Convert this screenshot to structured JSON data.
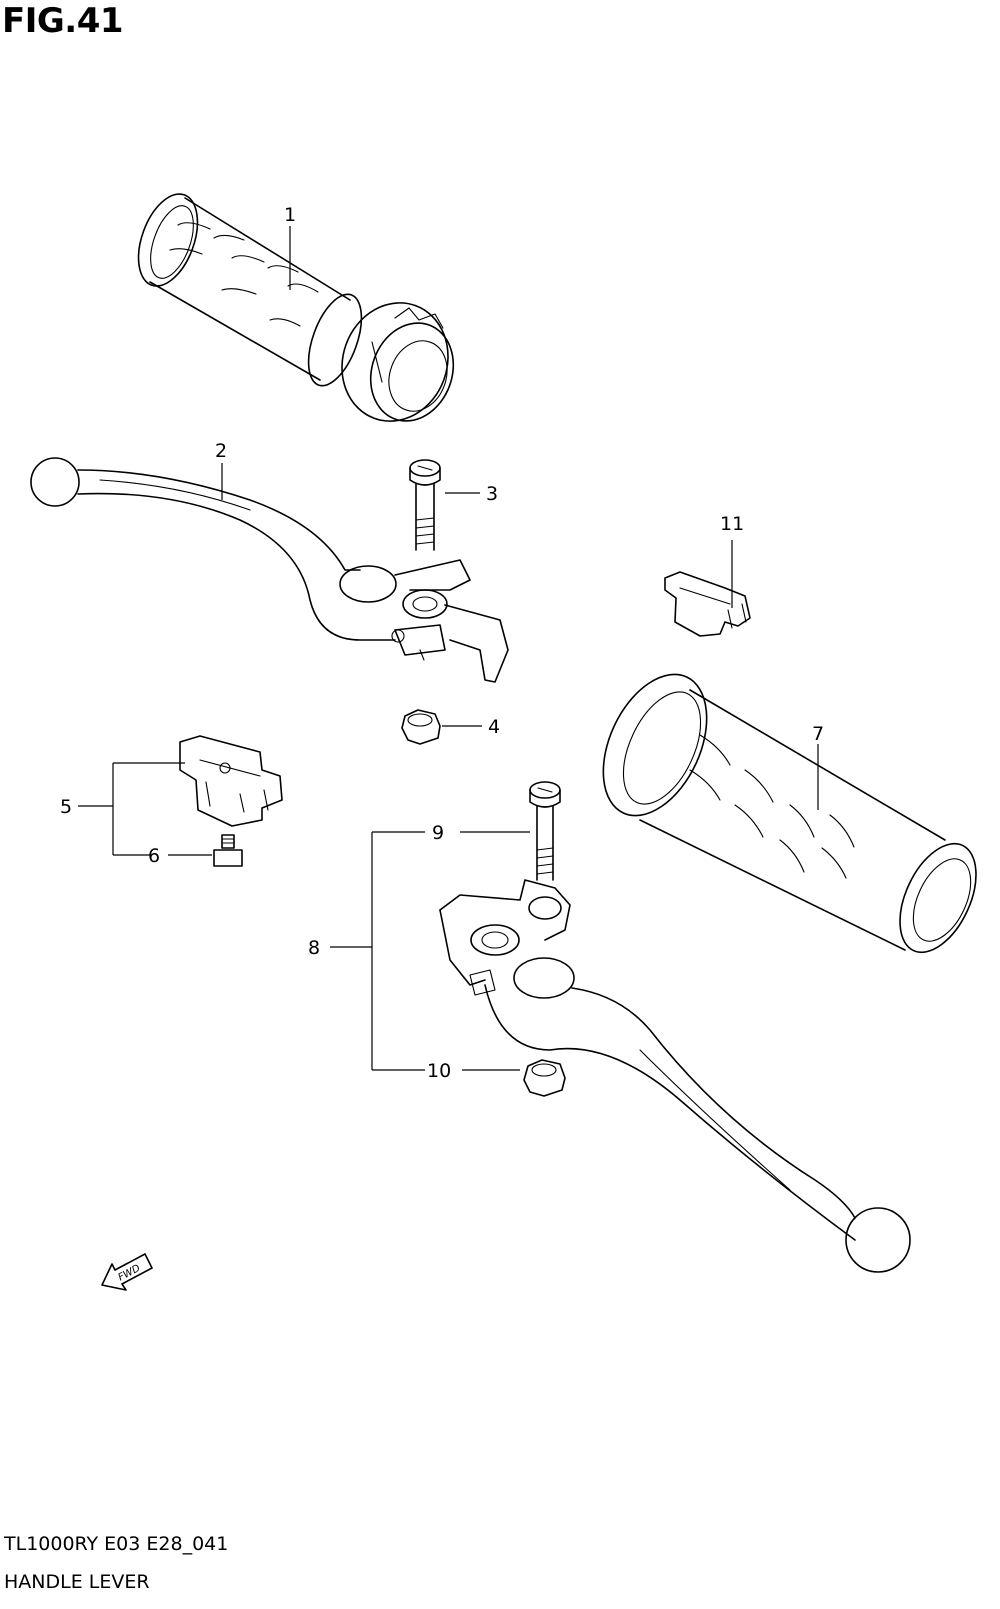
{
  "figure": {
    "title": "FIG.41",
    "model_code": "TL1000RY E03 E28_041",
    "section_name": "HANDLE LEVER",
    "direction_marker": "FWD"
  },
  "callouts": [
    {
      "id": "1",
      "label": "1"
    },
    {
      "id": "2",
      "label": "2"
    },
    {
      "id": "3",
      "label": "3"
    },
    {
      "id": "4",
      "label": "4"
    },
    {
      "id": "5",
      "label": "5"
    },
    {
      "id": "6",
      "label": "6"
    },
    {
      "id": "7",
      "label": "7"
    },
    {
      "id": "8",
      "label": "8"
    },
    {
      "id": "9",
      "label": "9"
    },
    {
      "id": "10",
      "label": "10"
    },
    {
      "id": "11",
      "label": "11"
    }
  ]
}
